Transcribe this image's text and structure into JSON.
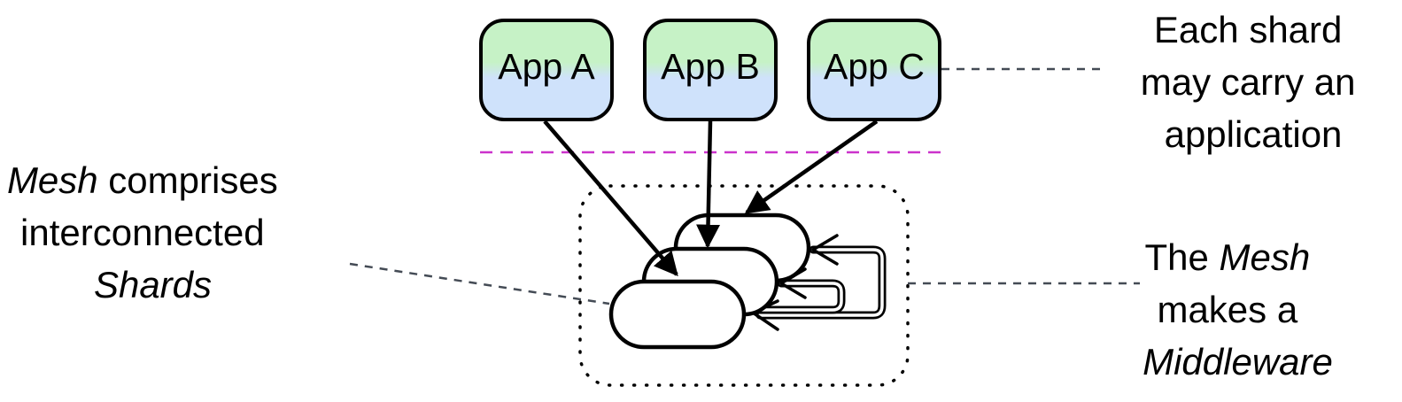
{
  "apps": [
    {
      "label": "App A"
    },
    {
      "label": "App B"
    },
    {
      "label": "App C"
    }
  ],
  "annotations": {
    "shard_app": {
      "line1": "Each shard",
      "line2": "may carry an",
      "line3": "application"
    },
    "mesh_shards": {
      "line1_em": "Mesh",
      "line1_rest": " comprises",
      "line2": "interconnected",
      "line3_em": "Shards"
    },
    "mesh_middleware": {
      "line1_pre": "The ",
      "line1_em": "Mesh",
      "line2": "makes a",
      "line3_em": "Middleware"
    }
  },
  "colors": {
    "app_fill_top": "#c6f2c6",
    "app_fill_bottom": "#cfe2fb",
    "separator": "#cc33cc",
    "leader": "#444b55",
    "stroke": "#000000"
  }
}
